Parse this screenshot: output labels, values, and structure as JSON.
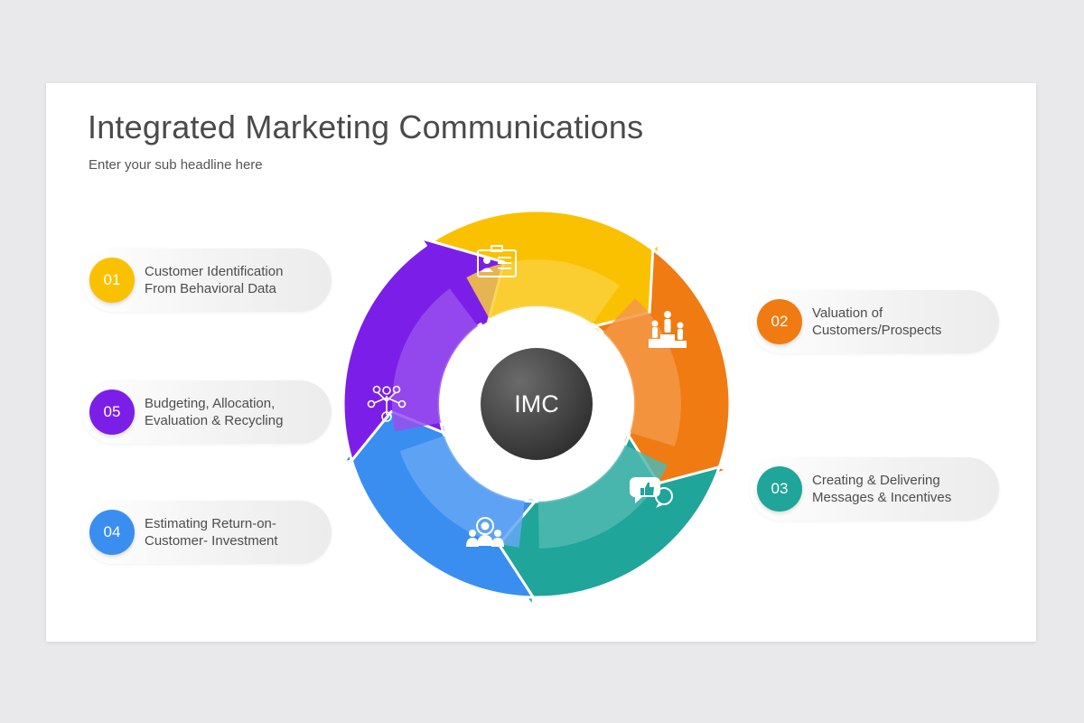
{
  "header": {
    "title": "Integrated Marketing Communications",
    "subtitle": "Enter your sub headline here"
  },
  "center": {
    "label": "IMC"
  },
  "steps": [
    {
      "number": "01",
      "line1": "Customer Identification",
      "line2": "From Behavioral Data",
      "color": "#f9c100",
      "icon": "id-card-icon"
    },
    {
      "number": "02",
      "line1": "Valuation of",
      "line2": "Customers/Prospects",
      "color": "#f07b12",
      "icon": "podium-people-icon"
    },
    {
      "number": "03",
      "line1": "Creating & Delivering",
      "line2": "Messages & Incentives",
      "color": "#1fa59a",
      "icon": "chat-bubbles-icon"
    },
    {
      "number": "04",
      "line1": "Estimating Return-on-",
      "line2": "Customer- Investment",
      "color": "#3a8ef0",
      "icon": "team-icon"
    },
    {
      "number": "05",
      "line1": "Budgeting, Allocation,",
      "line2": "Evaluation & Recycling",
      "color": "#7b1fe8",
      "icon": "money-tree-icon"
    }
  ]
}
